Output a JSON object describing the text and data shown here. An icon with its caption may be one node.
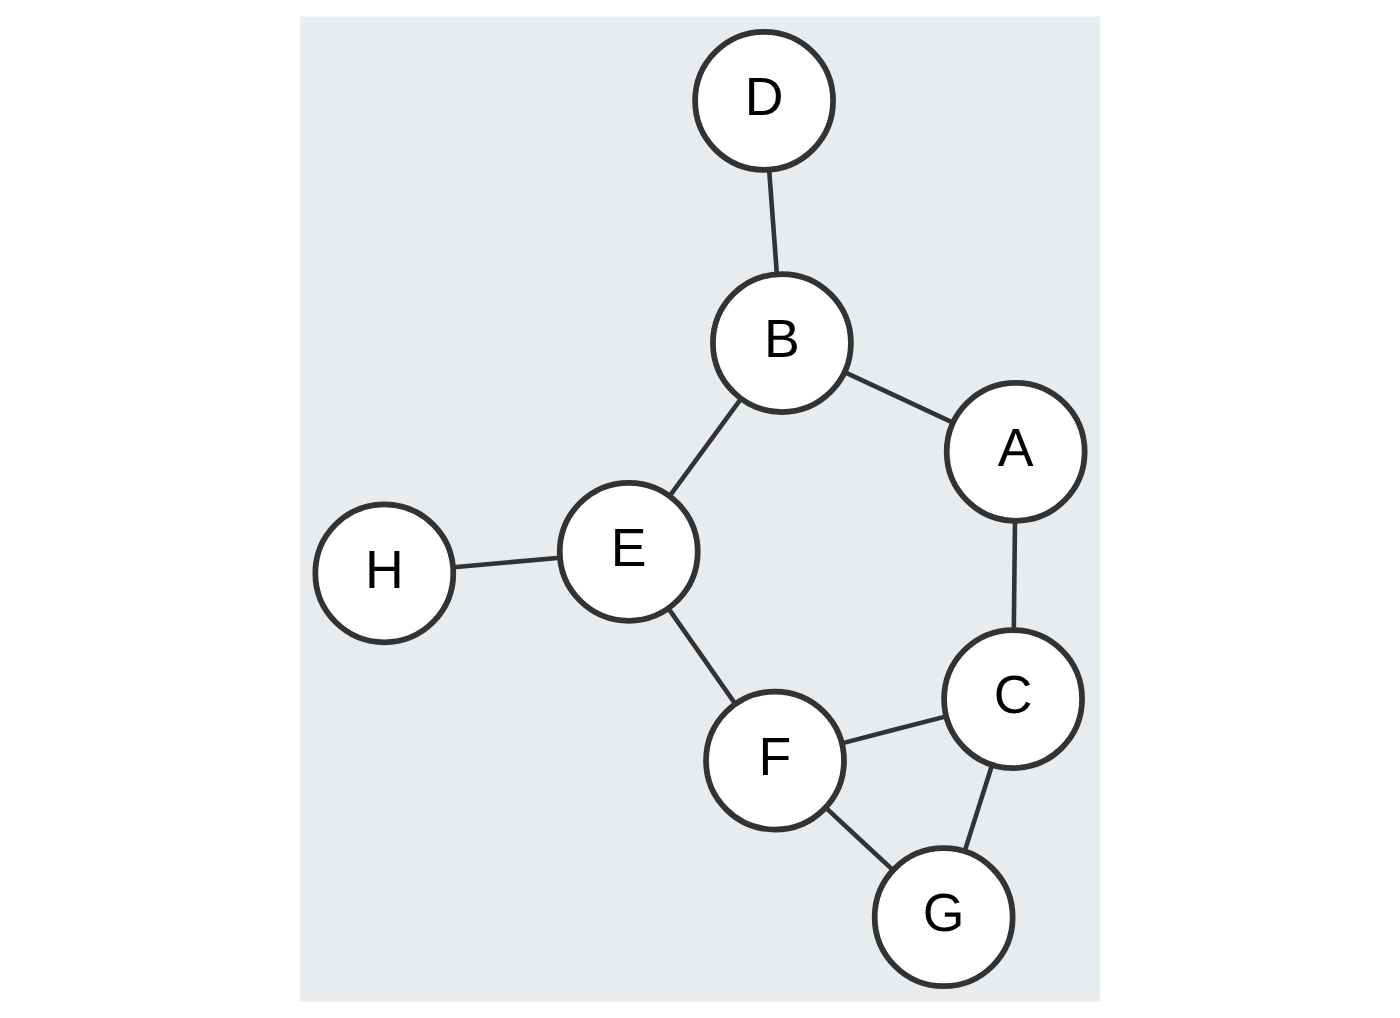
{
  "diagram": {
    "nodes": [
      {
        "text": [
          "H"
        ]
      },
      {
        "text": [
          "E"
        ]
      },
      {
        "text": [
          "F"
        ]
      },
      {
        "text": [
          "D"
        ]
      },
      {
        "text": [
          "B"
        ]
      },
      {
        "text": [
          "G"
        ]
      },
      {
        "text": [
          "A"
        ]
      },
      {
        "text": [
          "C"
        ]
      }
    ],
    "edges": [
      {
        "from": 0,
        "to": 1,
        "arrow": "none"
      },
      {
        "from": 1,
        "to": 2,
        "arrow": "none"
      },
      {
        "from": 1,
        "to": 4,
        "arrow": "none"
      },
      {
        "from": 3,
        "to": 4,
        "arrow": "none"
      },
      {
        "from": 4,
        "to": 6,
        "arrow": "none"
      },
      {
        "from": 6,
        "to": 7,
        "arrow": "none"
      },
      {
        "from": 2,
        "to": 7,
        "arrow": "none"
      },
      {
        "from": 2,
        "to": 5,
        "arrow": "none"
      },
      {
        "from": 5,
        "to": 7,
        "arrow": "none"
      }
    ]
  }
}
